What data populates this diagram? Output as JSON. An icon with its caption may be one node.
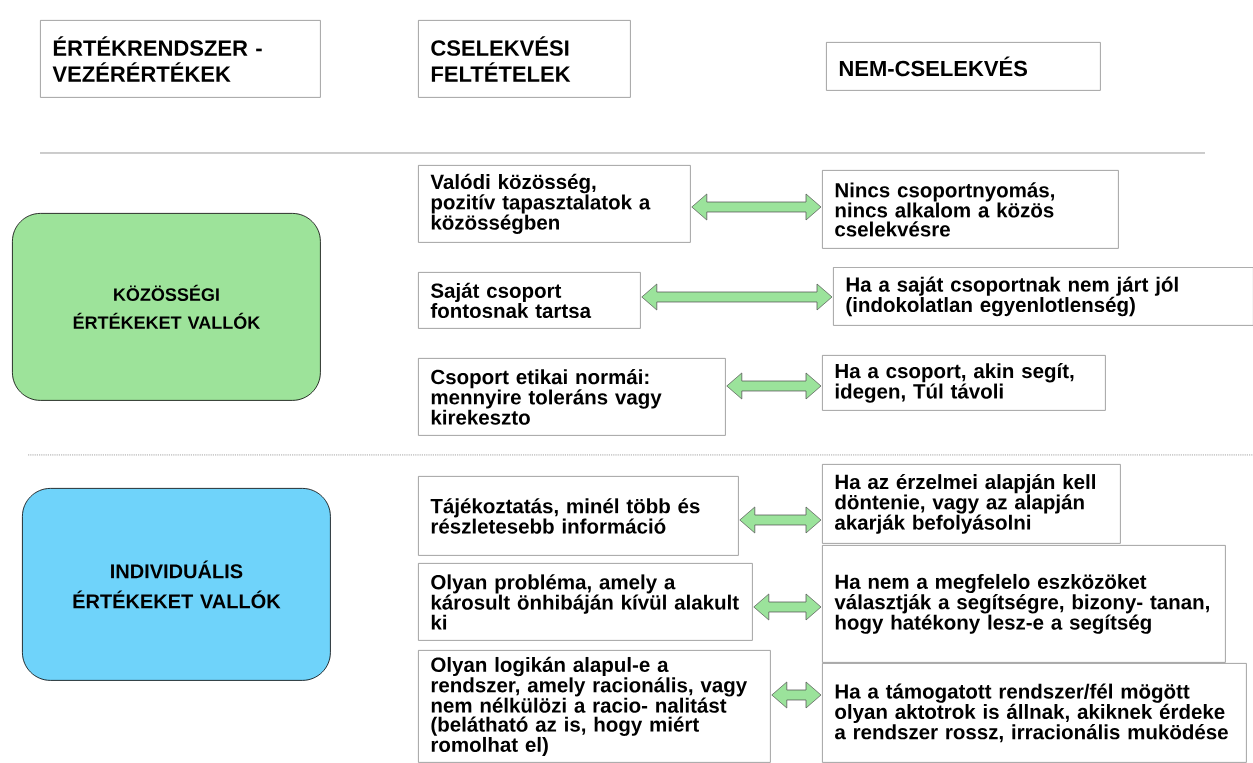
{
  "diagram": {
    "nodes": [
      {
        "text": [
          "ÉRTÉKRENDSZER - VEZÉRÉRTÉKEK"
        ]
      },
      {
        "text": [
          "CSELEKVÉSI FELTÉTELEK"
        ]
      },
      {
        "text": [
          "NEM-CSELEKVÉS"
        ]
      },
      {
        "text": [
          "KÖZÖSSÉGI ÉRTÉKEKET VALLÓK"
        ]
      },
      {
        "text": [
          "INDIVIDUÁLIS ÉRTÉKEKET VALLÓK"
        ]
      },
      {
        "text": [
          "Valódi közösség, pozitív tapasztalatok a közösségben"
        ]
      },
      {
        "text": [
          "Saját csoport fontosnak tartsa"
        ]
      },
      {
        "text": [
          "Csoport etikai normái: mennyire toleráns vagy kirekeszto"
        ]
      },
      {
        "text": [
          "Nincs csoportnyomás, nincs alkalom a közös cselekvésre"
        ]
      },
      {
        "text": [
          "Ha a saját csoportnak nem járt jól (indokolatlan egyenlotlenség)"
        ]
      },
      {
        "text": [
          "Ha a csoport, akin segít, idegen, Túl távoli"
        ]
      },
      {
        "text": [
          "Tájékoztatás, minél több és részletesebb információ"
        ]
      },
      {
        "text": [
          "Olyan probléma, amely a károsult önhibáján kívül alakult ki"
        ]
      },
      {
        "text": [
          "Olyan logikán alapul-e a rendszer, amely racionális, vagy nem nélkülözi a racio- nalitást (belátható az is, hogy miért romolhat el)"
        ]
      },
      {
        "text": [
          "Ha az érzelmei alapján kell döntenie, vagy az alapján akarják befolyásolni"
        ]
      },
      {
        "text": [
          "Ha nem a megfelelo eszközöket választják a segítségre, bizony- tanan, hogy hatékony lesz-e a segítség"
        ]
      },
      {
        "text": [
          "Ha a támogatott rendszer/fél mögött olyan aktotrok is állnak, akiknek érdeke a rendszer rossz, irracionális muködése"
        ]
      }
    ],
    "edges": [
      {
        "from": 5,
        "to": 8,
        "arrow": "both"
      },
      {
        "from": 6,
        "to": 9,
        "arrow": "both"
      },
      {
        "from": 7,
        "to": 10,
        "arrow": "both"
      },
      {
        "from": 11,
        "to": 14,
        "arrow": "both"
      },
      {
        "from": 12,
        "to": 15,
        "arrow": "both"
      },
      {
        "from": 13,
        "to": 16,
        "arrow": "both"
      }
    ]
  }
}
